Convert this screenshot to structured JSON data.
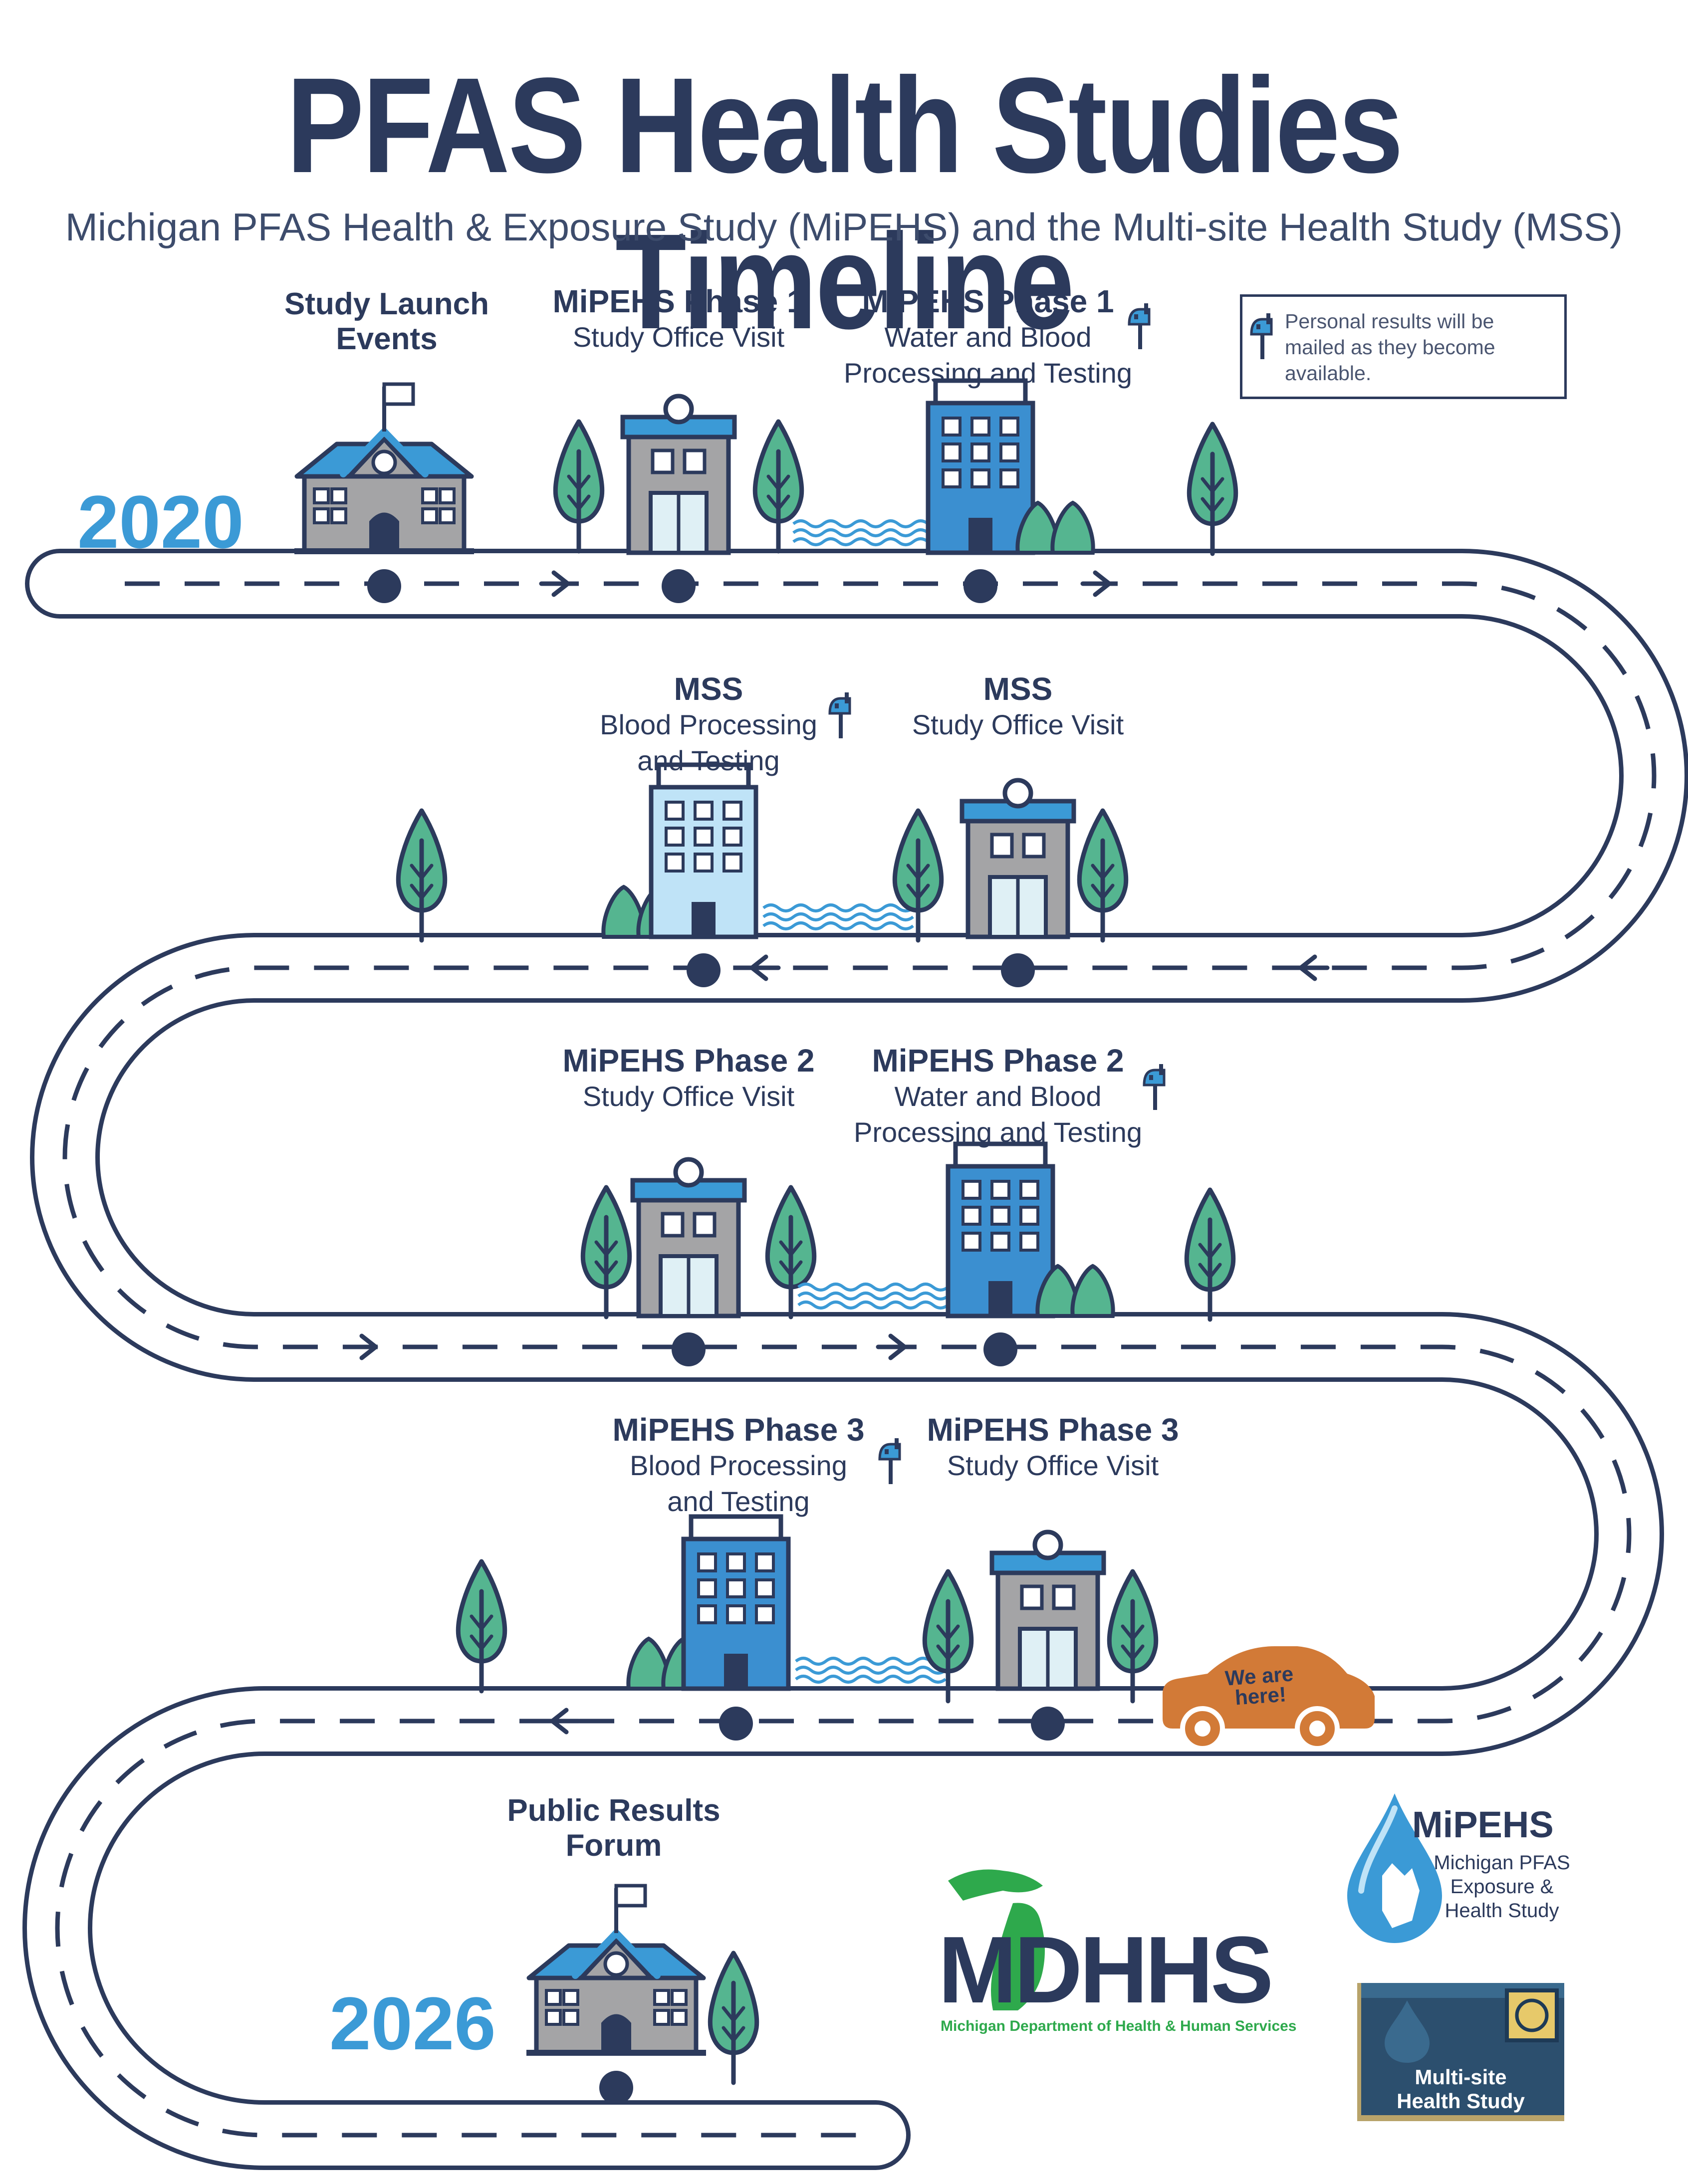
{
  "title": "PFAS Health Studies Timeline",
  "subtitle": "Michigan PFAS Health & Exposure Study (MiPEHS) and the Multi-site Health Study (MSS)",
  "legend": {
    "text": "Personal results will be mailed as they become available.",
    "icon": "mailbox-icon"
  },
  "years": {
    "start": "2020",
    "end": "2026"
  },
  "milestones": [
    {
      "id": "launch",
      "title_lines": [
        "Study Launch",
        "Events"
      ],
      "sub_lines": [],
      "mail": false,
      "icon": "school-icon"
    },
    {
      "id": "m1-visit",
      "title_lines": [
        "MiPEHS Phase 1"
      ],
      "sub_lines": [
        "Study Office Visit"
      ],
      "mail": false,
      "icon": "office-icon"
    },
    {
      "id": "m1-lab",
      "title_lines": [
        "MiPEHS Phase 1"
      ],
      "sub_lines": [
        "Water and Blood",
        "Processing and Testing"
      ],
      "mail": true,
      "icon": "lab-building-icon"
    },
    {
      "id": "mss-lab",
      "title_lines": [
        "MSS"
      ],
      "sub_lines": [
        "Blood Processing",
        "and Testing"
      ],
      "mail": true,
      "icon": "lab-building-icon"
    },
    {
      "id": "mss-visit",
      "title_lines": [
        "MSS"
      ],
      "sub_lines": [
        "Study Office Visit"
      ],
      "mail": false,
      "icon": "office-icon"
    },
    {
      "id": "m2-visit",
      "title_lines": [
        "MiPEHS Phase 2"
      ],
      "sub_lines": [
        "Study Office Visit"
      ],
      "mail": false,
      "icon": "office-icon"
    },
    {
      "id": "m2-lab",
      "title_lines": [
        "MiPEHS Phase 2"
      ],
      "sub_lines": [
        "Water and Blood",
        "Processing and Testing"
      ],
      "mail": true,
      "icon": "lab-building-icon"
    },
    {
      "id": "m3-lab",
      "title_lines": [
        "MiPEHS Phase 3"
      ],
      "sub_lines": [
        "Blood Processing",
        "and Testing"
      ],
      "mail": true,
      "icon": "lab-building-icon"
    },
    {
      "id": "m3-visit",
      "title_lines": [
        "MiPEHS Phase 3"
      ],
      "sub_lines": [
        "Study Office Visit"
      ],
      "mail": false,
      "icon": "office-icon"
    },
    {
      "id": "forum",
      "title_lines": [
        "Public Results",
        "Forum"
      ],
      "sub_lines": [],
      "mail": false,
      "icon": "school-icon"
    }
  ],
  "car": {
    "lines": [
      "We are",
      "here!"
    ]
  },
  "logos": {
    "mdhhs": {
      "name": "MDHHS",
      "tagline": "Michigan Department of Health & Human Services"
    },
    "mipehs": {
      "name": "MiPEHS",
      "lines": [
        "Michigan PFAS",
        "Exposure &",
        "Health Study"
      ]
    },
    "mss": {
      "lines": [
        "Multi-site",
        "Health Study"
      ]
    }
  },
  "colors": {
    "navy": "#2c3a5c",
    "blue": "#3b9ad6",
    "tree": "#55b590",
    "car": "#d27a37",
    "mdhhs_green": "#2ea94c"
  }
}
